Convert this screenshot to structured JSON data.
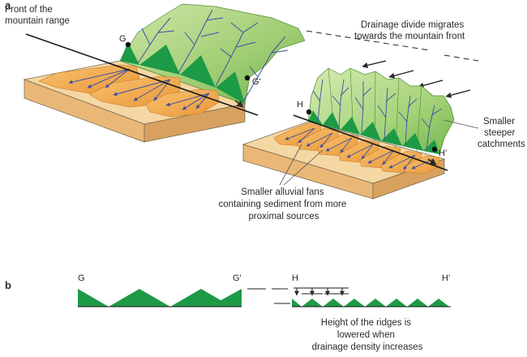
{
  "panel_a": {
    "letter": "a",
    "front_label": [
      "Front of the",
      "mountain range"
    ],
    "divide_label": [
      "Drainage divide migrates",
      "towards the mountain front"
    ],
    "catchments_label": [
      "Smaller",
      "steeper",
      "catchments"
    ],
    "fans_label": [
      "Smaller alluvial fans",
      "containing sediment from more",
      "proximal sources"
    ],
    "points": {
      "g": "G",
      "g_prime": "G'",
      "h": "H",
      "h_prime": "H'"
    }
  },
  "panel_b": {
    "letter": "b",
    "profile_left": {
      "start": "G",
      "end": "G'"
    },
    "profile_right": {
      "start": "H",
      "end": "H'"
    },
    "caption": [
      "Height of the ridges is",
      "lowered when",
      "drainage density increases"
    ]
  },
  "colors": {
    "ridge_green": "#1d9a46",
    "catchment_light": "#b6d98a",
    "catchment_dark": "#7cbc52",
    "drainage_blue": "#3c4fa3",
    "fan_orange": "#f0a94b",
    "plain_tan": "#f5d7a3"
  }
}
